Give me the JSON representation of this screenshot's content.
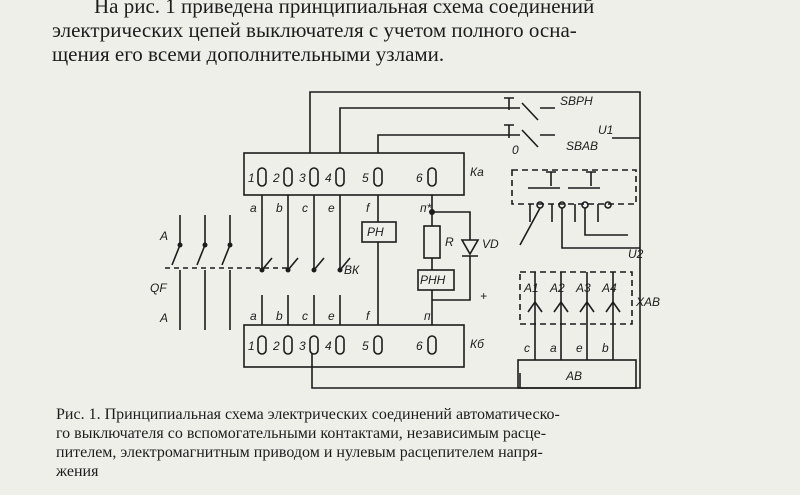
{
  "paragraph": {
    "lines": [
      "На рис. 1 приведена принципиальная схема соединений",
      "электрических цепей выключателя с учетом полного осна-",
      "щения его всеми дополнительными узлами."
    ]
  },
  "figure": {
    "labels": {
      "sb_rn": "SBРН",
      "u1": "U1",
      "o": "0",
      "sb_av": "SBАВ",
      "ka": "Ка",
      "kb": "Кб",
      "a_top": "А",
      "a_bottom": "А",
      "qf": "QF",
      "bk": "ВК",
      "rn": "РН",
      "rnn": "РНН",
      "r": "R",
      "vd": "VD",
      "n_star": "п*",
      "n_bottom": "п",
      "plus": "+",
      "u2": "U2",
      "x_av": "XАВ",
      "av": "АВ",
      "top_numbers": [
        "1",
        "2",
        "3",
        "4",
        "5",
        "6"
      ],
      "bottom_numbers": [
        "1",
        "2",
        "3",
        "4",
        "5",
        "6"
      ],
      "top_letters": [
        "а",
        "b",
        "с",
        "е",
        "f"
      ],
      "bottom_letters": [
        "а",
        "b",
        "с",
        "е",
        "f"
      ],
      "a_labels": [
        "А1",
        "А2",
        "А3",
        "А4"
      ],
      "abc_labels": [
        "с",
        "а",
        "е",
        "b"
      ]
    }
  },
  "caption": {
    "lines": [
      "Рис. 1. Принципиальная схема электрических соединений автоматическо-",
      "го выключателя со вспомогательными контактами, независимым расце-",
      "пителем, электромагнитным приводом и нулевым расцепителем напря-",
      "жения"
    ]
  }
}
